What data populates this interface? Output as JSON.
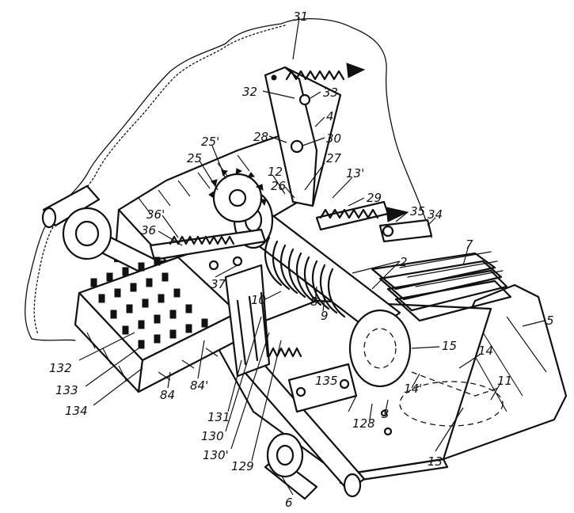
{
  "figure": {
    "labels": [
      {
        "id": "l31",
        "text": "31"
      },
      {
        "id": "l32",
        "text": "32"
      },
      {
        "id": "l33",
        "text": "33"
      },
      {
        "id": "l4",
        "text": "4"
      },
      {
        "id": "l28",
        "text": "28"
      },
      {
        "id": "l30",
        "text": "30"
      },
      {
        "id": "l25a",
        "text": "25'"
      },
      {
        "id": "l25b",
        "text": "25"
      },
      {
        "id": "l27",
        "text": "27"
      },
      {
        "id": "l12",
        "text": "12"
      },
      {
        "id": "l26",
        "text": "26"
      },
      {
        "id": "l13p",
        "text": "13'"
      },
      {
        "id": "l29",
        "text": "29"
      },
      {
        "id": "l35",
        "text": "35"
      },
      {
        "id": "l34",
        "text": "34"
      },
      {
        "id": "l36a",
        "text": "36'"
      },
      {
        "id": "l36b",
        "text": "36"
      },
      {
        "id": "l2",
        "text": "2"
      },
      {
        "id": "l7",
        "text": "7"
      },
      {
        "id": "l37",
        "text": "37"
      },
      {
        "id": "l10",
        "text": "10"
      },
      {
        "id": "l8",
        "text": "8"
      },
      {
        "id": "l9",
        "text": "9"
      },
      {
        "id": "l5",
        "text": "5"
      },
      {
        "id": "l15",
        "text": "15"
      },
      {
        "id": "l14",
        "text": "14"
      },
      {
        "id": "l14p",
        "text": "14'"
      },
      {
        "id": "l11",
        "text": "11"
      },
      {
        "id": "l132",
        "text": "132"
      },
      {
        "id": "l133",
        "text": "133"
      },
      {
        "id": "l134",
        "text": "134"
      },
      {
        "id": "l84",
        "text": "84"
      },
      {
        "id": "l84p",
        "text": "84'"
      },
      {
        "id": "l131",
        "text": "131"
      },
      {
        "id": "l130",
        "text": "130"
      },
      {
        "id": "l130p",
        "text": "130'"
      },
      {
        "id": "l129",
        "text": "129"
      },
      {
        "id": "l135",
        "text": "135"
      },
      {
        "id": "l128",
        "text": "128"
      },
      {
        "id": "l3",
        "text": "3"
      },
      {
        "id": "l13",
        "text": "13"
      },
      {
        "id": "l6",
        "text": "6"
      }
    ]
  }
}
